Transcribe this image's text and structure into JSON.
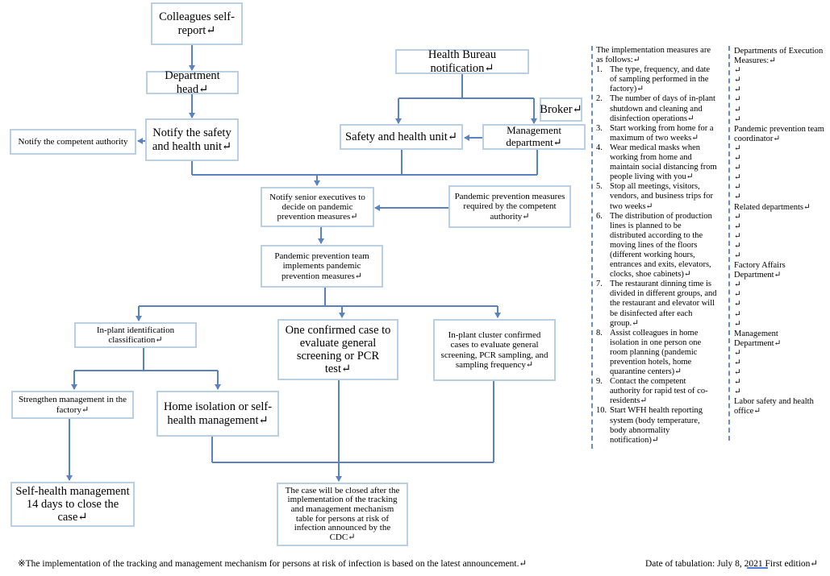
{
  "boxes": {
    "self_report": "Colleagues self-report↵",
    "department_head": "Department head↵",
    "notify_safety": "Notify the safety and health unit↵",
    "notify_authority": "Notify the competent authority",
    "health_bureau": "Health Bureau notification↵",
    "broker": "Broker↵",
    "safety_health_unit": "Safety and health unit↵",
    "management_dept": "Management department↵",
    "notify_executives": "Notify senior executives to decide on pandemic prevention measures↵",
    "pandemic_required": "Pandemic prevention measures required by the competent authority↵",
    "team_implements": "Pandemic prevention team implements pandemic prevention measures↵",
    "inplant_identification": "In-plant identification classification↵",
    "one_confirmed": "One confirmed case to evaluate general screening or PCR test↵",
    "cluster_confirmed": "In-plant cluster confirmed cases to evaluate general screening, PCR sampling, and sampling frequency↵",
    "strengthen": "Strengthen management in the factory↵",
    "home_isolation": "Home isolation or self-health management↵",
    "self_health": "Self-health management 14 days to close the case↵",
    "case_closed": "The case will be closed after the implementation of the tracking and management mechanism table for persons at risk of infection announced by the CDC↵"
  },
  "measures": {
    "intro": "The implementation measures are as follows:↵",
    "items": [
      {
        "num": "1.",
        "text": "The type, frequency, and date of sampling performed in the factory)↵"
      },
      {
        "num": "2.",
        "text": "The number of days of in-plant shutdown and cleaning and disinfection operations↵"
      },
      {
        "num": "3.",
        "text": "Start working from home for a maximum of two weeks↵"
      },
      {
        "num": "4.",
        "text": "Wear medical masks when working from home and maintain social distancing from people living with you↵"
      },
      {
        "num": "5.",
        "text": "Stop all meetings, visitors, vendors, and business trips for two weeks↵"
      },
      {
        "num": "6.",
        "text": "The distribution of production lines is planned to be distributed according to the moving lines of the floors (different working hours, entrances and exits, elevators, clocks, shoe cabinets)↵"
      },
      {
        "num": "7.",
        "text": "The restaurant dinning time is divided in different groups, and the restaurant and elevator will be disinfected after each group.↵"
      },
      {
        "num": "8.",
        "text": "Assist colleagues in home isolation in one person one room planning (pandemic prevention hotels, home quarantine centers)↵"
      },
      {
        "num": "9.",
        "text": "Contact the competent authority for rapid test of co-residents↵"
      },
      {
        "num": "10.",
        "text": "Start WFH health reporting system (body temperature, body abnormality notification)↵"
      }
    ]
  },
  "departments": {
    "heading": "Departments of Execution Measures:↵",
    "mark": "↵",
    "d1": "Pandemic prevention team coordinator↵",
    "d2": "Related departments↵",
    "d3": "Factory Affairs Department↵",
    "d4": "Management Department↵",
    "d5": "Labor safety and health office↵"
  },
  "footer": {
    "note": "※The implementation of the tracking and management mechanism for persons at risk of infection is based on the latest announcement.↵",
    "date_prefix": "Date of tabulation: July 8, ",
    "date_year": "2021",
    "date_suffix": " First edition↵"
  },
  "colors": {
    "line": "#5b82c0",
    "box_border": "#b8cfe4",
    "dashed": "#6b8cc6"
  }
}
